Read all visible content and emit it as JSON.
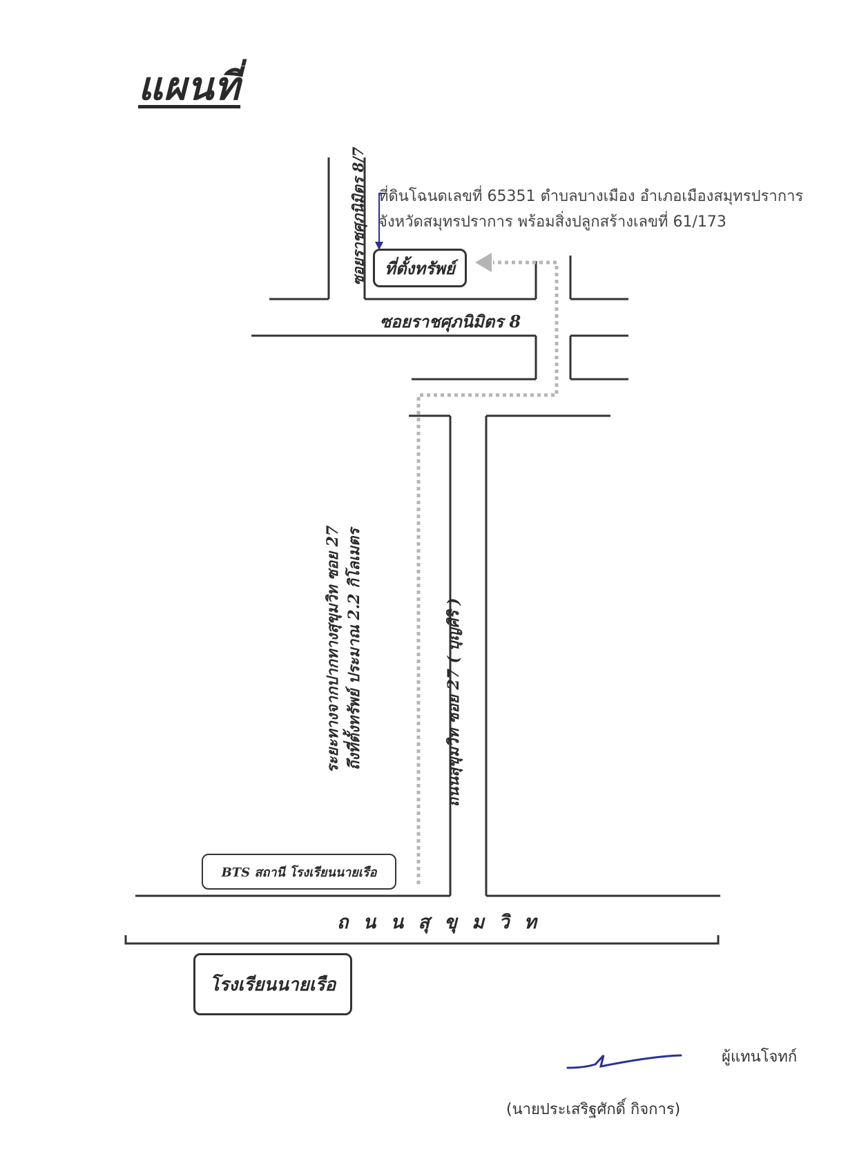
{
  "title": "แผนที่",
  "property_note": {
    "line1": "ที่ดินโฉนดเลขที่ 65351 ตำบลบางเมือง อำเภอเมืองสมุทรปราการ",
    "line2": "จังหวัดสมุทรปราการ พร้อมสิ่งปลูกสร้างเลขที่ 61/173"
  },
  "labels": {
    "property": "ที่ตั้งทรัพย์",
    "soi_8_7": "ซอยราชศุภนิมิตร 8/7",
    "soi_8": "ซอยราชศุภนิมิตร 8",
    "distance_line1": "ระยะทางจากปากทางสุขุมวิท ซอย 27",
    "distance_line2": "ถึงที่ตั้งทรัพย์ ประมาณ 2.2 กิโลเมตร",
    "sukhumvit_27": "ถนนสุขุมวิท ซอย 27 ( บุญศิริ )",
    "bts": "BTS สถานี โรงเรียนนายเรือ",
    "sukhumvit": "ถ น น สุ ขุ ม วิ ท",
    "naval_academy": "โรงเรียนนายเรือ"
  },
  "signature": {
    "role": "ผู้แทนโจทก์",
    "name": "(นายประเสริฐศักดิ์ กิจการ)"
  },
  "colors": {
    "road_line": "#333333",
    "route_dots": "#b5b5b5",
    "note_arrow": "#2b2f9c",
    "signature_ink": "#2b2f9c"
  }
}
